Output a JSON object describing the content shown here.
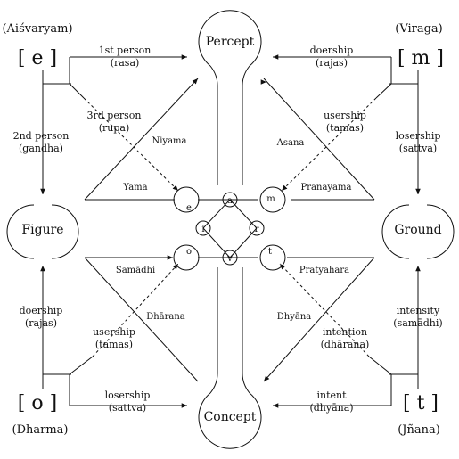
{
  "nodes": {
    "percept": "Percept",
    "concept": "Concept",
    "figure": "Figure",
    "ground": "Ground"
  },
  "corners": {
    "tl": {
      "name": "(Aiśvaryam)",
      "bracket": "[ e ]"
    },
    "tr": {
      "name": "(Viraga)",
      "bracket": "[ m ]"
    },
    "bl": {
      "name": "(Dharma)",
      "bracket": "[ o ]"
    },
    "br": {
      "name": "(Jñana)",
      "bracket": "[ t ]"
    }
  },
  "edges": {
    "top_left_1": {
      "line1": "1st person",
      "line2": "(rasa)"
    },
    "top_left_2": {
      "line1": "2nd person",
      "line2": "(gandha)"
    },
    "top_left_3": {
      "line1": "3rd person",
      "line2": "(rupa)"
    },
    "top_right_1": {
      "line1": "doership",
      "line2": "(rajas)"
    },
    "top_right_2": {
      "line1": "usership",
      "line2": "(tamas)"
    },
    "top_right_3": {
      "line1": "losership",
      "line2": "(sattva)"
    },
    "bottom_left_1": {
      "line1": "doership",
      "line2": "(rajas)"
    },
    "bottom_left_2": {
      "line1": "usership",
      "line2": "(tamas)"
    },
    "bottom_left_3": {
      "line1": "losership",
      "line2": "(sattva)"
    },
    "bottom_right_1": {
      "line1": "intensity",
      "line2": "(samādhi)"
    },
    "bottom_right_2": {
      "line1": "intention",
      "line2": "(dhārana)"
    },
    "bottom_right_3": {
      "line1": "intent",
      "line2": "(dhyāna)"
    }
  },
  "limbs": {
    "niyama": "Niyama",
    "yama": "Yama",
    "asana": "Asana",
    "pranayama": "Pranayama",
    "samadhi": "Samādhi",
    "dharana": "Dhārana",
    "pratyahara": "Pratyahara",
    "dhyana": "Dhyāna"
  },
  "center": {
    "e": "e",
    "m": "m",
    "o": "o",
    "t": "t",
    "a": "a",
    "i": "i",
    "r": "r",
    "v": "v"
  }
}
